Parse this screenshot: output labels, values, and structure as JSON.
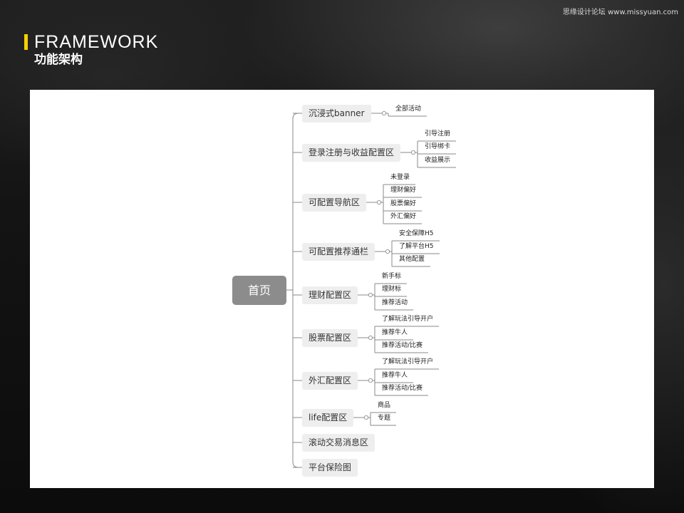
{
  "header": {
    "title_en": "FRAMEWORK",
    "title_cn": "功能架构",
    "watermark": "思缘设计论坛 www.missyuan.com"
  },
  "mindmap": {
    "root": "首页",
    "branches": [
      {
        "label": "沉浸式banner",
        "children": [
          "全部活动"
        ]
      },
      {
        "label": "登录注册与收益配置区",
        "children": [
          "引导注册",
          "引导绑卡",
          "收益展示"
        ]
      },
      {
        "label": "可配置导航区",
        "children": [
          "未登录",
          "理财偏好",
          "股票偏好",
          "外汇偏好"
        ]
      },
      {
        "label": "可配置推荐通栏",
        "children": [
          "安全保障H5",
          "了解平台H5",
          "其他配置"
        ]
      },
      {
        "label": "理财配置区",
        "children": [
          "新手标",
          "理财标",
          "推荐活动"
        ]
      },
      {
        "label": "股票配置区",
        "children": [
          "了解玩法引导开户",
          "推荐牛人",
          "推荐活动/比赛"
        ]
      },
      {
        "label": "外汇配置区",
        "children": [
          "了解玩法引导开户",
          "推荐牛人",
          "推荐活动/比赛"
        ]
      },
      {
        "label": "life配置区",
        "children": [
          "商品",
          "专题"
        ]
      },
      {
        "label": "滚动交易消息区",
        "children": []
      },
      {
        "label": "平台保险图",
        "children": []
      }
    ]
  }
}
